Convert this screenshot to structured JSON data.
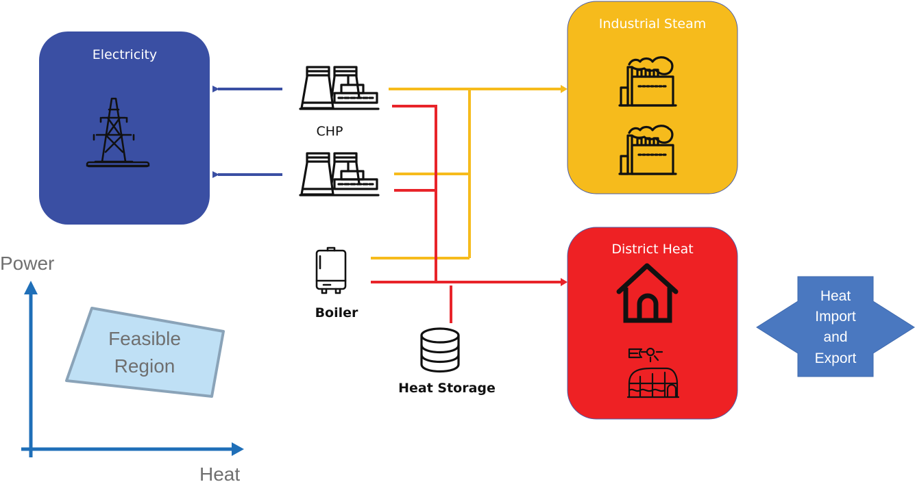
{
  "nodes": {
    "electricity": {
      "title": "Electricity",
      "icon": "transmission-tower-icon",
      "color": "#3a4fa3"
    },
    "industrial_steam": {
      "title": "Industrial Steam",
      "icon": "factory-icon",
      "color": "#f6bb1c"
    },
    "district_heat": {
      "title": "District Heat",
      "icon": "house-icon",
      "secondary_icons": [
        "solar-collector-icon",
        "greenhouse-icon"
      ],
      "color": "#ee2124"
    },
    "chp": {
      "label": "CHP",
      "icon": "power-plant-icon",
      "count": 2
    },
    "boiler": {
      "label": "Boiler",
      "icon": "boiler-icon"
    },
    "heat_storage": {
      "label": "Heat Storage",
      "icon": "storage-tank-icon"
    },
    "heat_import_export": {
      "lines": [
        "Heat",
        "Import",
        "and",
        "Export"
      ],
      "color": "#4a78c0"
    }
  },
  "flows": {
    "electricity_color": "#3a4fa3",
    "steam_color": "#f6bb1c",
    "heat_color": "#e8242a"
  },
  "feasibility_plot": {
    "y_label": "Power",
    "x_label": "Heat",
    "region_lines": [
      "Feasible",
      "Region"
    ],
    "axis_color": "#1f6fb8",
    "region_fill": "#bfe0f5",
    "region_stroke": "#8aa3b8"
  }
}
